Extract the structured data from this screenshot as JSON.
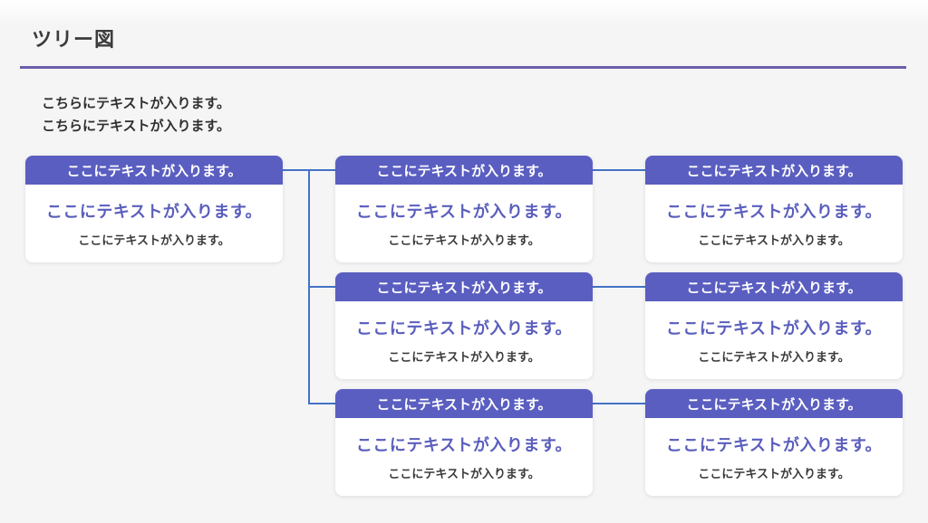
{
  "page": {
    "title": "ツリー図",
    "intro_lines": [
      "こちらにテキストが入ります。",
      "こちらにテキストが入ります。"
    ]
  },
  "nodes": [
    {
      "role": "root",
      "header": "ここにテキストが入ります。",
      "title": "ここにテキストが入ります。",
      "subtitle": "ここにテキストが入ります。"
    },
    {
      "role": "middle-1",
      "header": "ここにテキストが入ります。",
      "title": "ここにテキストが入ります。",
      "subtitle": "ここにテキストが入ります。"
    },
    {
      "role": "middle-2",
      "header": "ここにテキストが入ります。",
      "title": "ここにテキストが入ります。",
      "subtitle": "ここにテキストが入ります。"
    },
    {
      "role": "middle-3",
      "header": "ここにテキストが入ります。",
      "title": "ここにテキストが入ります。",
      "subtitle": "ここにテキストが入ります。"
    },
    {
      "role": "right-1",
      "header": "ここにテキストが入ります。",
      "title": "ここにテキストが入ります。",
      "subtitle": "ここにテキストが入ります。"
    },
    {
      "role": "right-2",
      "header": "ここにテキストが入ります。",
      "title": "ここにテキストが入ります。",
      "subtitle": "ここにテキストが入ります。"
    },
    {
      "role": "right-3",
      "header": "ここにテキストが入ります。",
      "title": "ここにテキストが入ります。",
      "subtitle": "ここにテキストが入ります。"
    }
  ],
  "colors": {
    "background": "#f5f5f6",
    "node_header_bg": "#5a5ec0",
    "node_header_text": "#ffffff",
    "node_title_text": "#5a5ebd",
    "node_subtitle_text": "#3a3a3a",
    "connector": "#4472c4",
    "title_divider": "#695fa9",
    "page_title_text": "#3b3b3b"
  }
}
